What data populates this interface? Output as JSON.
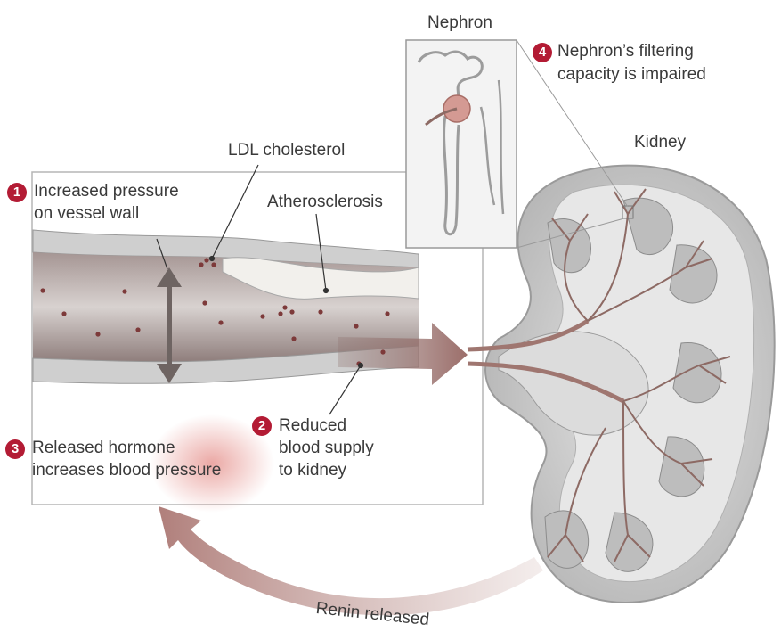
{
  "labels": {
    "nephron": "Nephron",
    "kidney": "Kidney",
    "ldl": "LDL cholesterol",
    "atherosclerosis": "Atherosclerosis",
    "renin": "Renin released"
  },
  "steps": [
    {
      "number": "1",
      "line1": "Increased pressure",
      "line2": "on vessel wall"
    },
    {
      "number": "2",
      "line1": "Reduced",
      "line2": "blood supply",
      "line3": "to kidney"
    },
    {
      "number": "3",
      "line1": "Released hormone",
      "line2": "increases blood pressure"
    },
    {
      "number": "4",
      "line1": "Nephron’s filtering",
      "line2": "capacity is impaired"
    }
  ],
  "colors": {
    "badge": "#b31b34",
    "vessel_red": "#8a4a4a",
    "arrow": "#b98a87",
    "kidney_gray": "#c9c9c9"
  }
}
